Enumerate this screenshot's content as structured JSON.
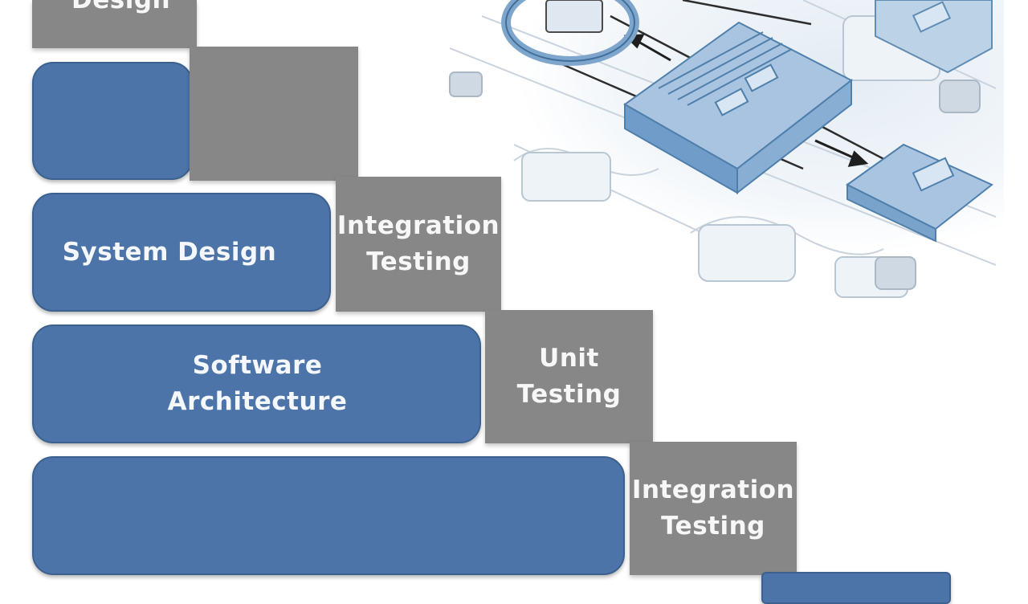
{
  "diagram": {
    "colors": {
      "design_step": "#4c74a8",
      "testing_step": "#878787",
      "background": "#ffffff"
    },
    "design_steps": [
      {
        "label": ""
      },
      {
        "label": "System Design"
      },
      {
        "label": "Software\nArchitecture"
      },
      {
        "label": ""
      }
    ],
    "testing_steps": [
      {
        "label": "Design"
      },
      {
        "label": ""
      },
      {
        "label": "Integration\nTesting"
      },
      {
        "label": "Unit\nTesting"
      },
      {
        "label": "Integration\nTesting"
      }
    ],
    "illustration": {
      "icon": "circuit-board-illustration"
    }
  }
}
